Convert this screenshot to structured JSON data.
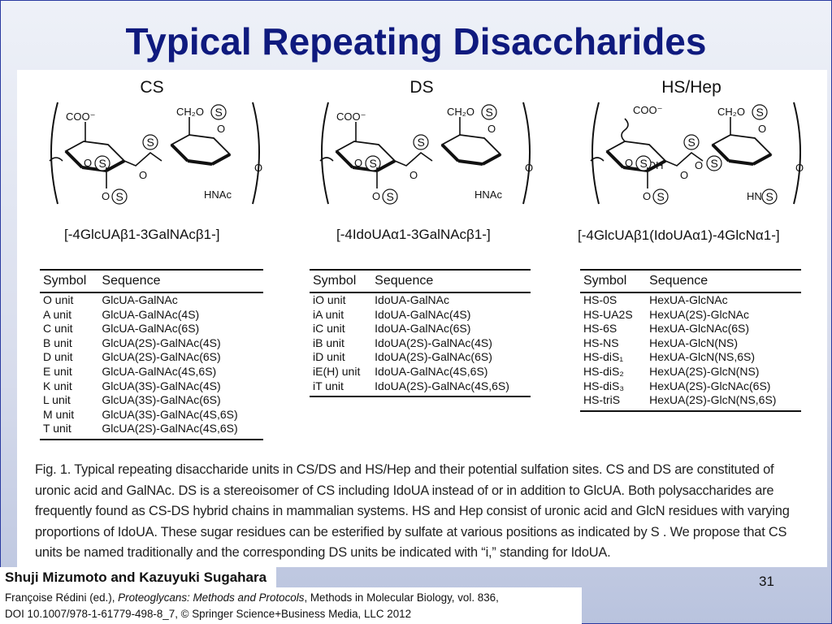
{
  "slide": {
    "title": "Typical Repeating Disaccharides",
    "page_number": "31"
  },
  "figure": {
    "panels": [
      {
        "header": "CS",
        "formula": "[-4GlcUAβ1-3GalNAcβ1-]",
        "labels": {
          "coo": "COO⁻",
          "ch2o": "CH₂O",
          "s": "S",
          "o": "O",
          "hnac": "HNAc"
        }
      },
      {
        "header": "DS",
        "formula": "[-4IdoUAα1-3GalNAcβ1-]",
        "labels": {
          "coo": "COO⁻",
          "ch2o": "CH₂O",
          "s": "S",
          "o": "O",
          "hnac": "HNAc"
        }
      },
      {
        "header": "HS/Hep",
        "formula": "[-4GlcUAβ1(IdoUAα1)-4GlcNα1-]",
        "labels": {
          "coo": "COO⁻",
          "ch2o": "CH₂O",
          "s": "S",
          "o": "O",
          "oh": "OH",
          "hn": "HN"
        }
      }
    ],
    "tables": [
      {
        "headers": [
          "Symbol",
          "Sequence"
        ],
        "rows": [
          [
            "O unit",
            "GlcUA-GalNAc"
          ],
          [
            "A unit",
            "GlcUA-GalNAc(4S)"
          ],
          [
            "C unit",
            "GlcUA-GalNAc(6S)"
          ],
          [
            "B unit",
            "GlcUA(2S)-GalNAc(4S)"
          ],
          [
            "D unit",
            "GlcUA(2S)-GalNAc(6S)"
          ],
          [
            "E unit",
            "GlcUA-GalNAc(4S,6S)"
          ],
          [
            "K unit",
            "GlcUA(3S)-GalNAc(4S)"
          ],
          [
            "L unit",
            "GlcUA(3S)-GalNAc(6S)"
          ],
          [
            "M unit",
            "GlcUA(3S)-GalNAc(4S,6S)"
          ],
          [
            "T unit",
            "GlcUA(2S)-GalNAc(4S,6S)"
          ]
        ]
      },
      {
        "headers": [
          "Symbol",
          "Sequence"
        ],
        "rows": [
          [
            "iO unit",
            "IdoUA-GalNAc"
          ],
          [
            "iA unit",
            "IdoUA-GalNAc(4S)"
          ],
          [
            "iC unit",
            "IdoUA-GalNAc(6S)"
          ],
          [
            "iB unit",
            "IdoUA(2S)-GalNAc(4S)"
          ],
          [
            "iD unit",
            "IdoUA(2S)-GalNAc(6S)"
          ],
          [
            "iE(H) unit",
            "IdoUA-GalNAc(4S,6S)"
          ],
          [
            "iT unit",
            "IdoUA(2S)-GalNAc(4S,6S)"
          ]
        ]
      },
      {
        "headers": [
          "Symbol",
          "Sequence"
        ],
        "rows": [
          [
            "HS-0S",
            "HexUA-GlcNAc"
          ],
          [
            "HS-UA2S",
            "HexUA(2S)-GlcNAc"
          ],
          [
            "HS-6S",
            "HexUA-GlcNAc(6S)"
          ],
          [
            "HS-NS",
            "HexUA-GlcN(NS)"
          ],
          [
            "HS-diS₁",
            "HexUA-GlcN(NS,6S)"
          ],
          [
            "HS-diS₂",
            "HexUA(2S)-GlcN(NS)"
          ],
          [
            "HS-diS₃",
            "HexUA(2S)-GlcNAc(6S)"
          ],
          [
            "HS-triS",
            "HexUA(2S)-GlcN(NS,6S)"
          ]
        ]
      }
    ],
    "caption": "Fig. 1. Typical repeating disaccharide units in CS/DS and HS/Hep and their potential sulfation sites. CS and DS are constituted of uronic acid and GalNAc. DS is a stereoisomer of CS including IdoUA instead of or in addition to GlcUA. Both polysaccharides are frequently found as CS-DS hybrid chains in mammalian systems. HS and Hep consist of uronic acid and GlcN residues with varying proportions of IdoUA. These sugar residues can be esterified by sulfate at various positions as indicated by S . We propose that CS units be named traditionally and the corresponding DS units be indicated with “i,” standing for IdoUA."
  },
  "footer": {
    "authors": "Shuji Mizumoto and Kazuyuki Sugahara",
    "citation_editor": "Françoise Rédini (ed.), ",
    "citation_book": "Proteoglycans: Methods and Protocols",
    "citation_rest": ", Methods in Molecular Biology, vol. 836,",
    "citation_line2": "DOI 10.1007/978-1-61779-498-8_7, © Springer Science+Business Media, LLC 2012"
  }
}
